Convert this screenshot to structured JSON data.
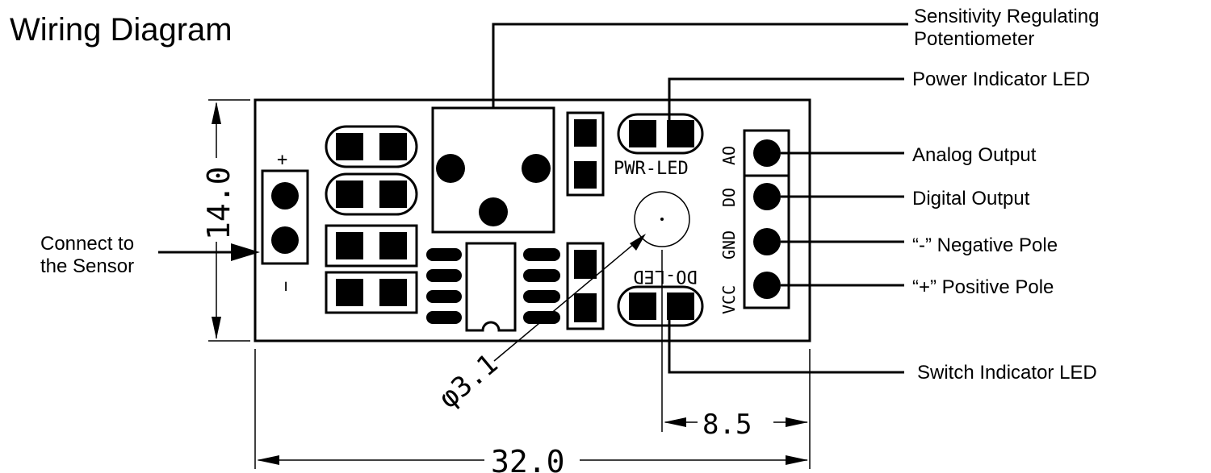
{
  "title": "Wiring Diagram",
  "callouts": {
    "sensitivity_line1": "Sensitivity Regulating",
    "sensitivity_line2": "Potentiometer",
    "power_led": "Power Indicator LED",
    "analog_output": "Analog Output",
    "digital_output": "Digital Output",
    "negative_pole": "“-” Negative Pole",
    "positive_pole": "“+” Positive Pole",
    "switch_led": "Switch Indicator LED",
    "sensor_line1": "Connect to",
    "sensor_line2": "the Sensor"
  },
  "silkscreen": {
    "pwr_led": "PWR-LED",
    "do_led": "DO-LED",
    "pin_ao": "AO",
    "pin_do": "DO",
    "pin_gnd": "GND",
    "pin_vcc": "VCC",
    "plus": "+",
    "minus": "−"
  },
  "dimensions": {
    "width": "32.0",
    "height": "14.0",
    "led_offset": "8.5",
    "hole": "φ3.1"
  }
}
